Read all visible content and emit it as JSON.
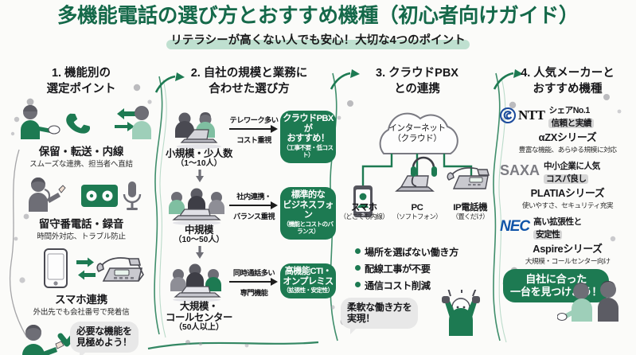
{
  "header": {
    "title": "多機能電話の選び方とおすすめ機種（初心者向けガイド）",
    "subtitle": "リテラシーが高くない人でも安心！大切な4つのポイント"
  },
  "colors": {
    "dark_green": "#1d7a52",
    "title_green": "#15694a",
    "mint_highlight": "#bfe0d0",
    "background": "#fbfbf9",
    "gray_bubble": "#e8e8e8",
    "nec_blue": "#1054a8",
    "saxa_gray": "#7c7c82"
  },
  "columns": [
    {
      "heading_line1": "1. 機能別の",
      "heading_line2": "選定ポイント",
      "features": [
        {
          "title": "保留・転送・内線",
          "sub": "スムーズな連携、担当者へ直結",
          "icon": "phone-handset-transfer-icon"
        },
        {
          "title": "留守番電話・録音",
          "sub": "時間外対応、トラブル防止",
          "icon": "answering-machine-icon"
        },
        {
          "title": "スマホ連携",
          "sub": "外出先でも会社番号で発着信",
          "icon": "smartphone-deskphone-sync-icon"
        }
      ],
      "bubble": {
        "line1": "必要な機能を",
        "line2": "見極めよう！",
        "style": "gray"
      }
    },
    {
      "heading_line1": "2. 自社の規模と業務に",
      "heading_line2": "合わせた選び方",
      "rows": [
        {
          "size_name": "小規模・少人数",
          "size_count": "（1〜10人）",
          "arrow_top": "テレワーク多い",
          "arrow_bottom": "コスト重視",
          "pill_line1": "クラウドPBXが",
          "pill_line2": "おすすめ！",
          "pill_note": "（工事不要・低コスト）",
          "icon": "two-people-laptop-icon"
        },
        {
          "size_name": "中規模",
          "size_count": "（10〜50人）",
          "arrow_top": "社内連携・",
          "arrow_bottom": "バランス重視",
          "pill_line1": "標準的な",
          "pill_line2": "ビジネスフォン",
          "pill_note": "（機能とコストのバランス）",
          "icon": "three-people-meeting-icon"
        },
        {
          "size_name": "大規模・",
          "size_name2": "コールセンター",
          "size_count": "（50人以上）",
          "arrow_top": "同時通話多い",
          "arrow_bottom": "専門機能",
          "pill_line1": "高機能CTI・",
          "pill_line2": "オンプレミス",
          "pill_note": "（拡張性・安定性）",
          "icon": "team-group-icon"
        }
      ]
    },
    {
      "heading_line1": "3. クラウドPBX",
      "heading_line2": "との連携",
      "cloud_line1": "インターネット",
      "cloud_line2": "（クラウド）",
      "devices": [
        {
          "name": "スマホ",
          "sub": "（どこでも内線）",
          "icon": "smartphone-icon"
        },
        {
          "name": "PC",
          "sub": "（ソフトフォン）",
          "icon": "laptop-headset-icon"
        },
        {
          "name": "IP電話機",
          "sub": "（置くだけ）",
          "icon": "ip-desk-phone-icon"
        }
      ],
      "bullets": [
        "場所を選ばない働き方",
        "配線工事が不要",
        "通信コスト削減"
      ],
      "bubble": {
        "line1": "柔軟な働き方を",
        "line2": "実現！",
        "style": "gray"
      }
    },
    {
      "heading_line1": "4. 人気メーカーと",
      "heading_line2": "おすすめ機種",
      "makers": [
        {
          "logo_text": "NTT",
          "logo_icon": "ntt-swirl-logo-icon",
          "tag_line1": "シェアNo.1",
          "tag_line2": "信頼と実績",
          "series": "αZXシリーズ",
          "series_desc": "豊富な機能、あらゆる規模に対応"
        },
        {
          "logo_text": "SAXA",
          "logo_icon": "saxa-logo-icon",
          "tag_line1": "中小企業に人気",
          "tag_line2": "コスパ良し",
          "series": "PLATIAシリーズ",
          "series_desc": "使いやすさ、セキュリティ充実"
        },
        {
          "logo_text": "NEC",
          "logo_icon": "nec-logo-icon",
          "tag_line1": "高い拡張性と",
          "tag_line2": "安定性",
          "series": "Aspireシリーズ",
          "series_desc": "大規模・コールセンター向け"
        }
      ],
      "bubble": {
        "line1": "自社に合った",
        "line2": "一台を見つけよう！",
        "style": "green"
      }
    }
  ]
}
